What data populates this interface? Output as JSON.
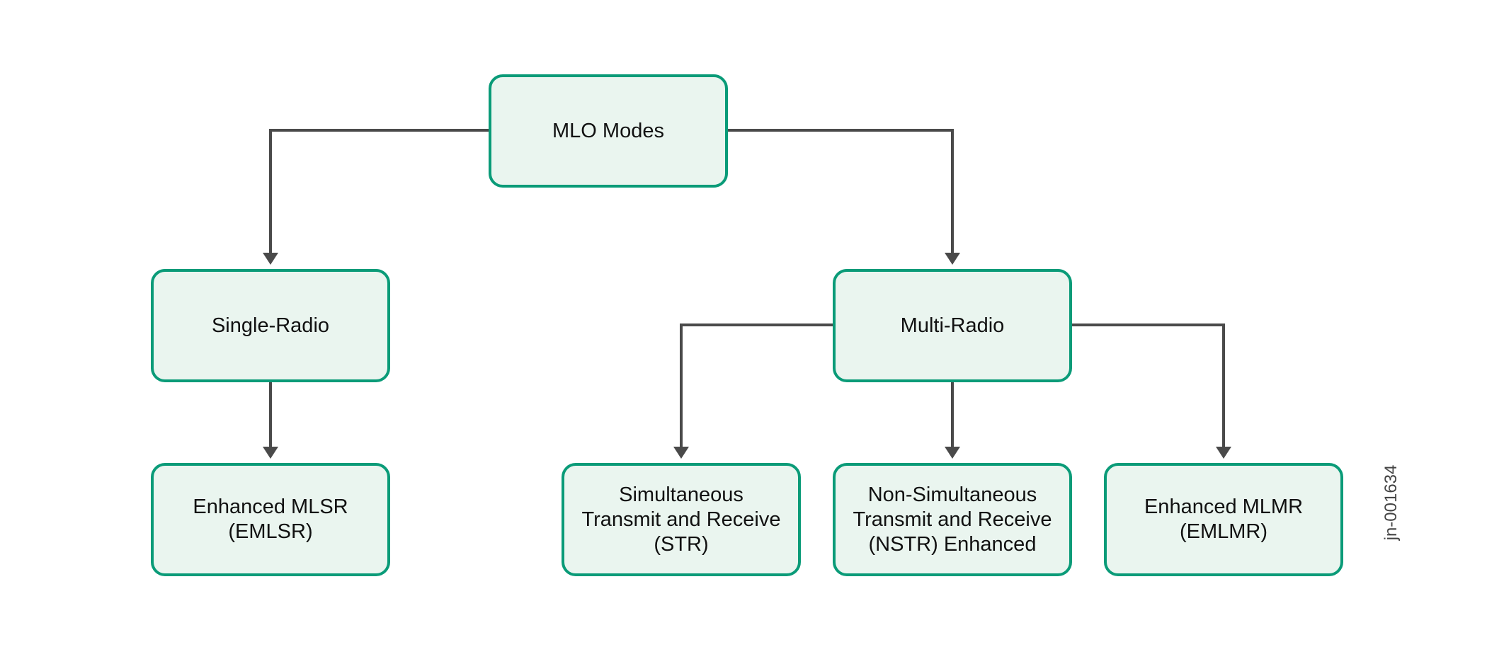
{
  "diagram": {
    "nodes": {
      "mlo_modes": "MLO Modes",
      "single_radio": "Single-Radio",
      "multi_radio": "Multi-Radio",
      "emlsr": "Enhanced MLSR\n(EMLSR)",
      "str": "Simultaneous\nTransmit and Receive\n(STR)",
      "nstr": "Non-Simultaneous\nTransmit and Receive\n(NSTR) Enhanced",
      "emlmr": "Enhanced MLMR\n(EMLMR)"
    },
    "edges": [
      {
        "from": "mlo_modes",
        "to": "single_radio"
      },
      {
        "from": "mlo_modes",
        "to": "multi_radio"
      },
      {
        "from": "single_radio",
        "to": "emlsr"
      },
      {
        "from": "multi_radio",
        "to": "str"
      },
      {
        "from": "multi_radio",
        "to": "nstr"
      },
      {
        "from": "multi_radio",
        "to": "emlmr"
      }
    ],
    "colors": {
      "node_border": "#0a9b78",
      "node_fill": "#eaf5ef",
      "connector": "#4a4a4a",
      "text": "#111111"
    }
  },
  "watermark": "jn-001634"
}
